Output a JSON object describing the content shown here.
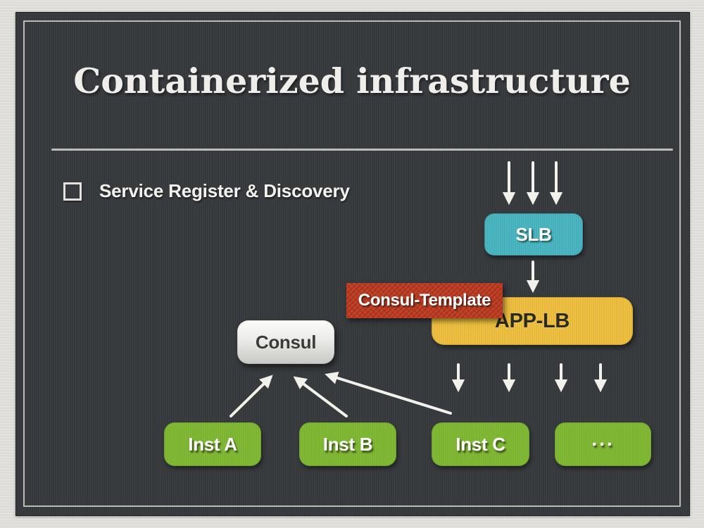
{
  "slide": {
    "title": "Containerized infrastructure",
    "bullet_label": "Service Register & Discovery"
  },
  "diagram": {
    "nodes": {
      "slb": {
        "label": "SLB",
        "color": "#43b0bc",
        "text_color": "#ffffff"
      },
      "consul_template": {
        "label": "Consul-Template",
        "color": "#bf3c22",
        "text_color": "#ffffff"
      },
      "app_lb": {
        "label": "APP-LB",
        "color": "#e9b834",
        "text_color": "#2b2a1e"
      },
      "consul": {
        "label": "Consul",
        "color": "#ececea",
        "text_color": "#3b3b3b"
      },
      "inst_a": {
        "label": "Inst A",
        "color": "#7bb42e",
        "text_color": "#ffffff"
      },
      "inst_b": {
        "label": "Inst B",
        "color": "#7bb42e",
        "text_color": "#ffffff"
      },
      "inst_c": {
        "label": "Inst C",
        "color": "#7bb42e",
        "text_color": "#ffffff"
      },
      "inst_more": {
        "label": "...",
        "color": "#7bb42e",
        "text_color": "#ffffff"
      }
    },
    "edges": [
      {
        "from": "external-traffic",
        "to": "slb",
        "arrows": 3,
        "direction": "down"
      },
      {
        "from": "slb",
        "to": "app_lb",
        "arrows": 1,
        "direction": "down"
      },
      {
        "from": "app_lb",
        "to": "instances",
        "arrows": 4,
        "direction": "down"
      },
      {
        "from": "inst_a",
        "to": "consul",
        "arrows": 1,
        "direction": "up"
      },
      {
        "from": "inst_b",
        "to": "consul",
        "arrows": 1,
        "direction": "up"
      },
      {
        "from": "inst_c",
        "to": "consul",
        "arrows": 1,
        "direction": "up"
      }
    ],
    "arrow_color": "#f2f1ec"
  },
  "colors": {
    "page_background": "#dddcd8",
    "slide_background": "#36393c",
    "frame_line": "#e1dfd7",
    "divider": "#c6c5c0",
    "title_text": "#efeeea",
    "bullet_text": "#f3f2ee"
  }
}
